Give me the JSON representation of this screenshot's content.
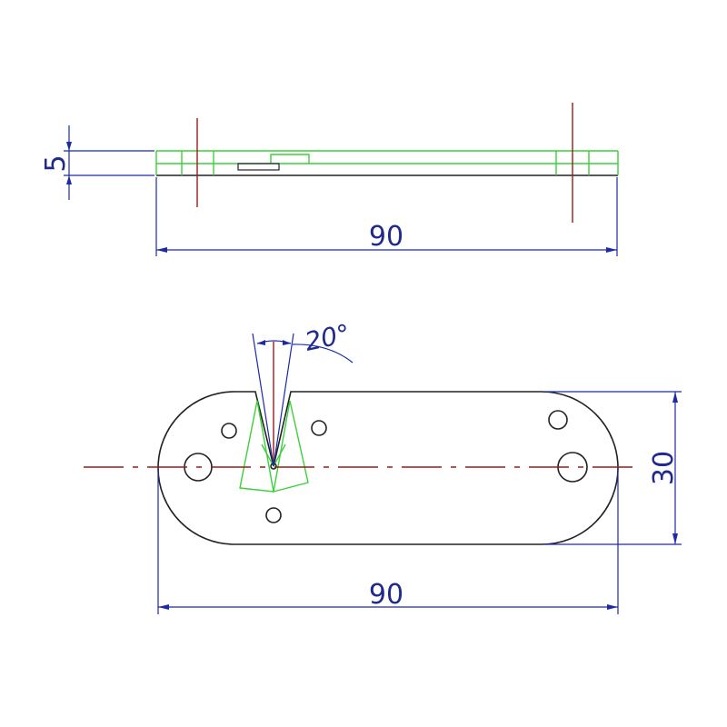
{
  "side_view": {
    "thickness_label": "5",
    "length_label": "90"
  },
  "top_view": {
    "angle_label": "20°",
    "height_label": "30",
    "length_label": "90"
  },
  "colors": {
    "outline": "#222222",
    "dimension": "#1b2aa6",
    "centerline": "#9a1b1b",
    "hidden_profile": "#3ad13a"
  }
}
